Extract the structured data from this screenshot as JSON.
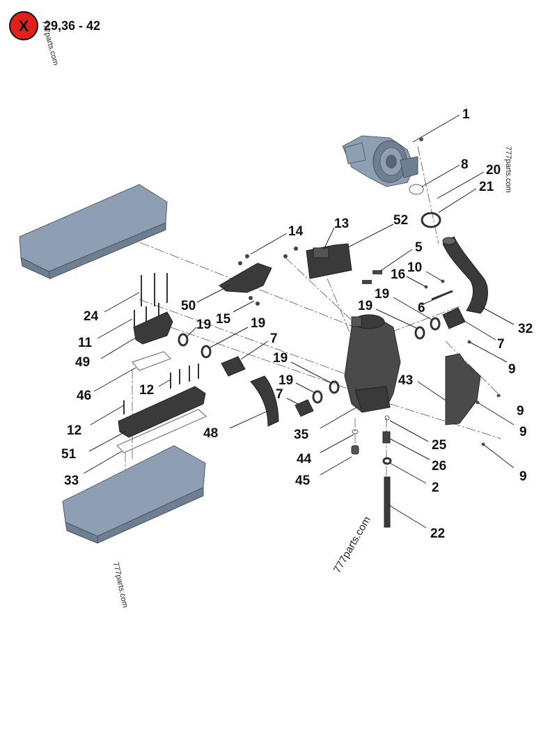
{
  "note": {
    "icon": "x-circle-icon",
    "icon_color": "#e0201b",
    "icon_glyph": "X",
    "text": "29,36 - 42"
  },
  "watermarks": [
    "777parts.com",
    "777parts.com",
    "777parts.com",
    "777parts.com"
  ],
  "callouts": {
    "c1": "1",
    "c8": "8",
    "c20": "20",
    "c21": "21",
    "c14": "14",
    "c13": "13",
    "c52": "52",
    "c5": "5",
    "c16": "16",
    "c10": "10",
    "c6": "6",
    "c32": "32",
    "c19a": "19",
    "c19b": "19",
    "c24": "24",
    "c50": "50",
    "c15": "15",
    "c19c": "19",
    "c19d": "19",
    "c11": "11",
    "c49": "49",
    "c7a": "7",
    "c7b": "7",
    "c9a": "9",
    "c46": "46",
    "c19e": "19",
    "c43": "43",
    "c12a": "12",
    "c19f": "19",
    "c9b": "9",
    "c7c": "7",
    "c12b": "12",
    "c9c": "9",
    "c48": "48",
    "c35": "35",
    "c25": "25",
    "c51": "51",
    "c44": "44",
    "c26": "26",
    "c33": "33",
    "c45": "45",
    "c2": "2",
    "c9d": "9",
    "c22": "22"
  }
}
